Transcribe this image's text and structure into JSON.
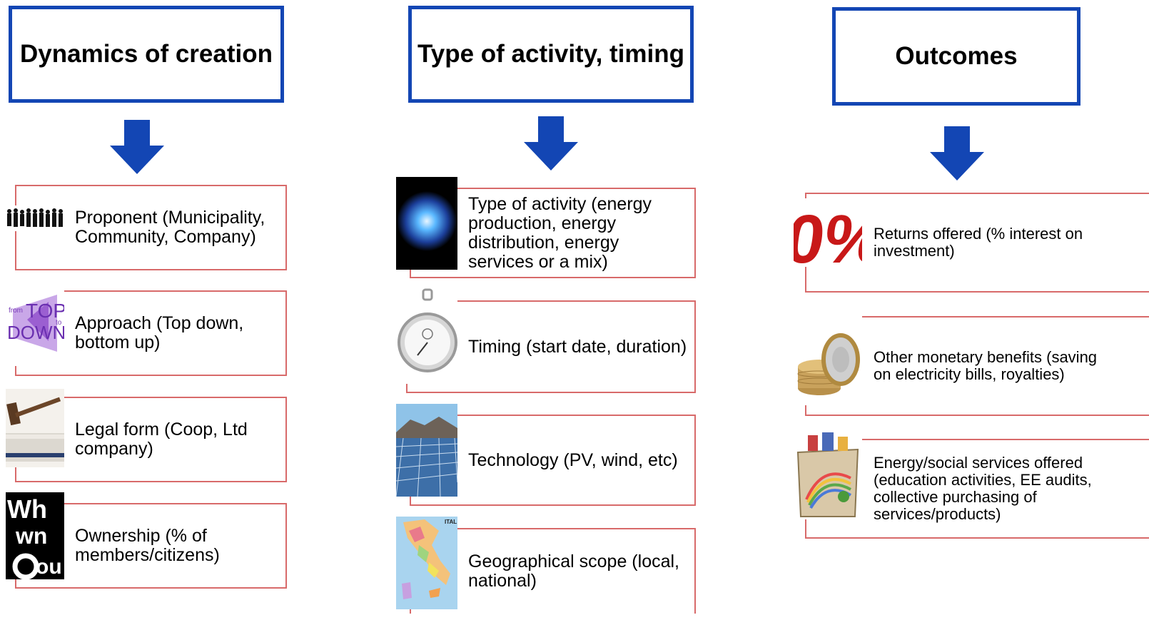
{
  "columns": [
    {
      "header": "Dynamics of creation",
      "items": [
        {
          "text": "Proponent (Municipality, Community, Company)",
          "icon": "people-silhouettes-icon"
        },
        {
          "text": "Approach (Top down, bottom up)",
          "icon": "top-down-icon",
          "icon_text_1": "from",
          "icon_text_2": "TOP",
          "icon_text_3": "DOWN",
          "icon_text_4": "to"
        },
        {
          "text": "Legal form (Coop, Ltd company)",
          "icon": "gavel-book-icon"
        },
        {
          "text": "Ownership (% of members/citizens)",
          "icon": "who-owns-you-icon",
          "icon_text_1": "Wh",
          "icon_text_2": "wn",
          "icon_text_3": "ou"
        }
      ]
    },
    {
      "header": "Type of activity, timing",
      "items": [
        {
          "text": "Type of activity (energy production, energy distribution, energy services or a mix)",
          "icon": "energy-orb-icon"
        },
        {
          "text": "Timing (start date, duration)",
          "icon": "stopwatch-icon"
        },
        {
          "text": "Technology (PV, wind, etc)",
          "icon": "solar-panels-icon"
        },
        {
          "text": "Geographical scope (local, national)",
          "icon": "italy-map-icon",
          "icon_text_1": "ITAL"
        }
      ]
    },
    {
      "header": "Outcomes",
      "items": [
        {
          "text": "Returns offered (% interest on investment)",
          "icon": "zero-percent-icon",
          "icon_text_1": "0%"
        },
        {
          "text": "Other monetary benefits (saving on electricity bills, royalties)",
          "icon": "coins-stack-icon"
        },
        {
          "text": "Energy/social services offered (education activities, EE audits, collective purchasing of services/products)",
          "icon": "drawing-bag-icon"
        }
      ]
    }
  ]
}
